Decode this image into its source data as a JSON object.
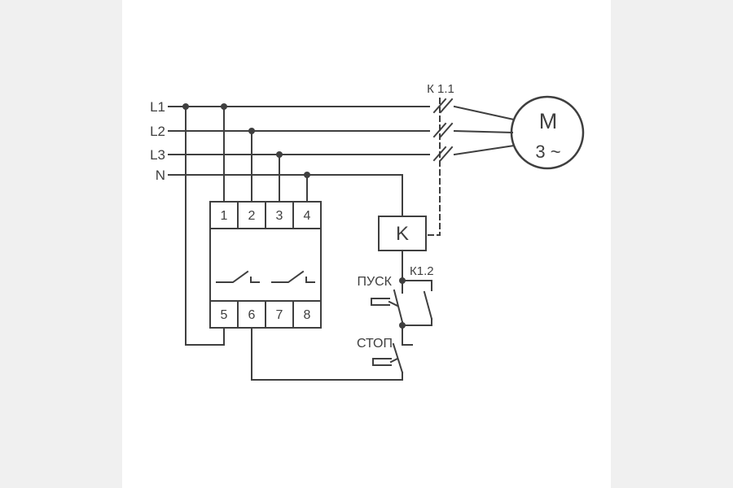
{
  "colors": {
    "page_bg": "#f0f0f0",
    "canvas_bg": "#ffffff",
    "ink": "#3f3f3f"
  },
  "diagram": {
    "phases": {
      "l1": "L1",
      "l2": "L2",
      "l3": "L3",
      "n": "N"
    },
    "terminals": {
      "top": [
        "1",
        "2",
        "3",
        "4"
      ],
      "bottom": [
        "5",
        "6",
        "7",
        "8"
      ]
    },
    "coil_label": "K",
    "labels": {
      "main_contact": "К 1.1",
      "aux_contact": "К1.2",
      "start": "ПУСК",
      "stop": "СТОП"
    },
    "motor": {
      "symbol": "M",
      "type": "3 ~"
    }
  }
}
